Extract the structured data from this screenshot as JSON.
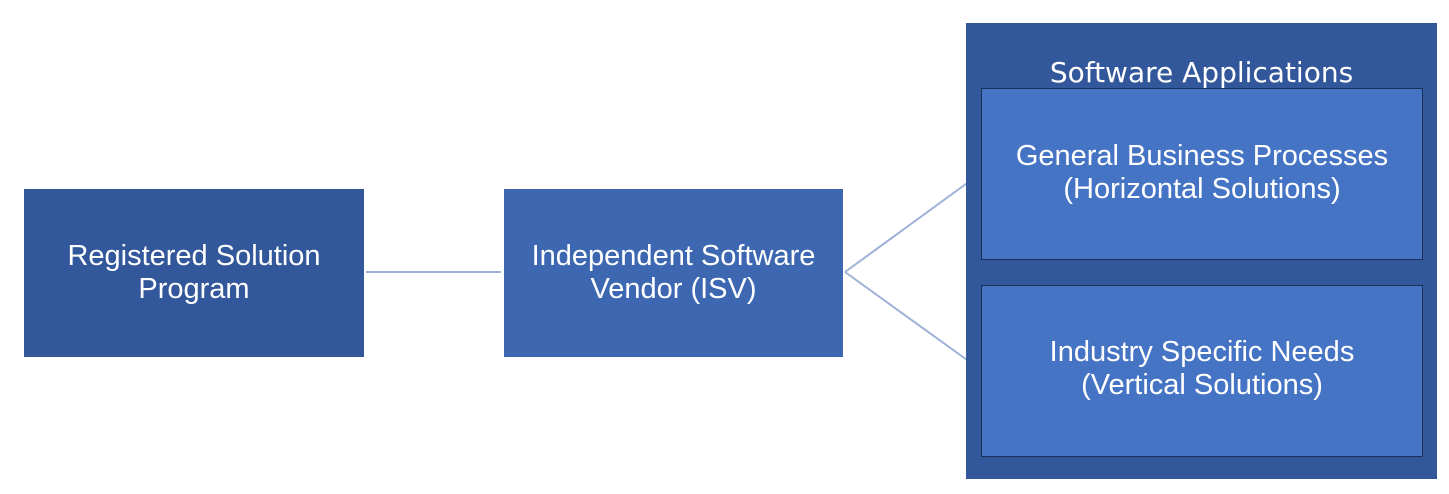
{
  "diagram": {
    "nodes": {
      "registered_solution_program": "Registered Solution\nProgram",
      "isv": "Independent Software\nVendor (ISV)",
      "software_applications": "Software Applications",
      "horizontal": "General Business Processes\n(Horizontal Solutions)",
      "vertical": "Industry Specific Needs\n(Vertical Solutions)"
    },
    "edges": [
      {
        "from": "registered_solution_program",
        "to": "isv"
      },
      {
        "from": "isv",
        "to": "horizontal"
      },
      {
        "from": "isv",
        "to": "vertical"
      }
    ],
    "colors": {
      "dark_box": "#33579b",
      "mid_box": "#3d68b1",
      "light_box": "#4574c4",
      "connector": "#9fb0d8"
    }
  }
}
